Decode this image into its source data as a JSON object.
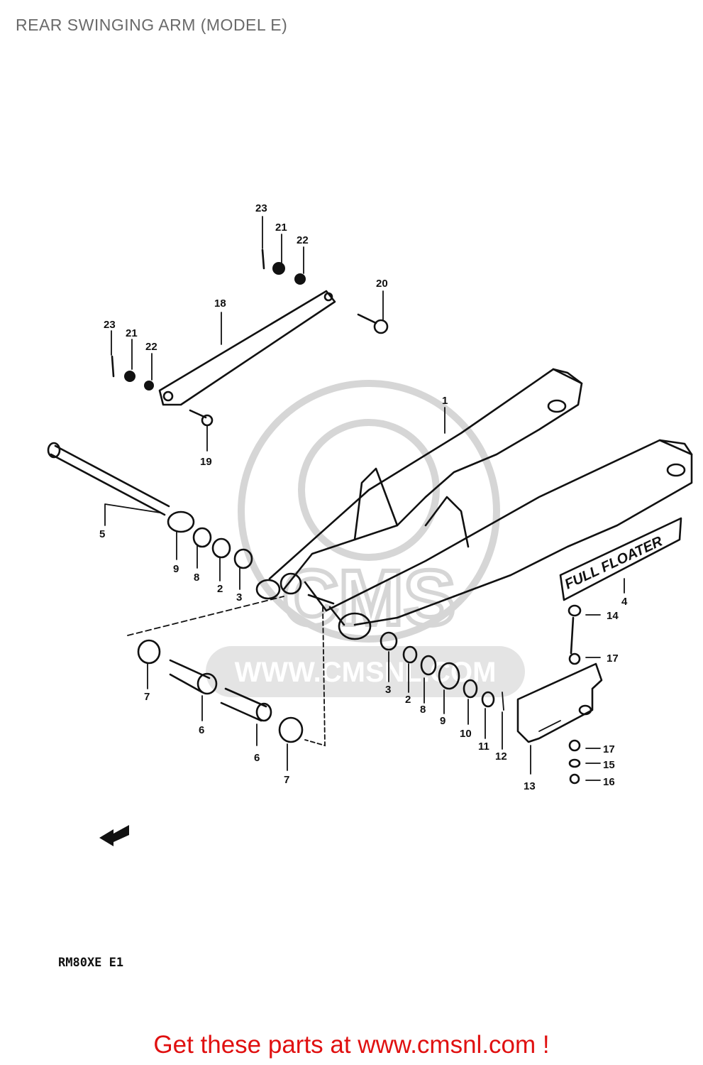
{
  "page": {
    "title": "REAR SWINGING ARM (MODEL E)",
    "model_code": "RM80XE E1",
    "cta": "Get these parts at www.cmsnl.com !"
  },
  "watermark": {
    "text": "WWW.CMSNL.COM",
    "letters": "CMS"
  },
  "decal": {
    "text": "FULL FLOATER"
  },
  "callouts": {
    "c1": "1",
    "c2a": "2",
    "c2b": "2",
    "c3a": "3",
    "c3b": "3",
    "c4": "4",
    "c5": "5",
    "c6a": "6",
    "c6b": "6",
    "c7a": "7",
    "c7b": "7",
    "c8a": "8",
    "c8b": "8",
    "c9a": "9",
    "c9b": "9",
    "c10": "10",
    "c11": "11",
    "c12": "12",
    "c13": "13",
    "c14": "14",
    "c15": "15",
    "c16": "16",
    "c17a": "17",
    "c17b": "17",
    "c18": "18",
    "c19": "19",
    "c20": "20",
    "c21a": "21",
    "c21b": "21",
    "c22a": "22",
    "c22b": "22",
    "c23a": "23",
    "c23b": "23"
  },
  "colors": {
    "title": "#6a6a6a",
    "cta": "#e01010",
    "ink": "#111111",
    "watermark": "#d6d6d6"
  }
}
